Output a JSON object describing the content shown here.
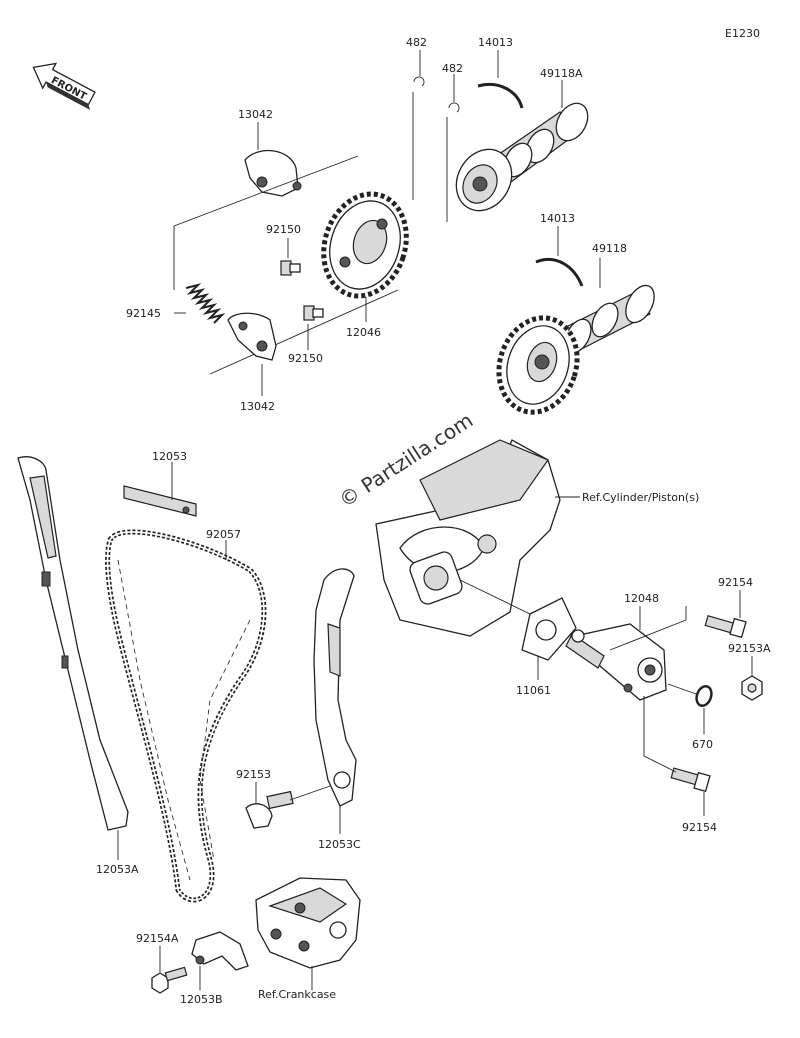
{
  "diagram": {
    "code": "E1230",
    "front_label": "FRONT",
    "watermark": "© Partzilla.com",
    "labels": {
      "p482a": "482",
      "p482b": "482",
      "p14013a": "14013",
      "p49118a": "49118A",
      "p13042a": "13042",
      "p92150a": "92150",
      "p92145": "92145",
      "p92150b": "92150",
      "p12046": "12046",
      "p13042b": "13042",
      "p14013b": "14013",
      "p49118": "49118",
      "p12053": "12053",
      "p92057": "92057",
      "ref_cylinder": "Ref.Cylinder/Piston(s)",
      "p92154a": "92154",
      "p12048": "12048",
      "p92153a": "92153A",
      "p11061": "11061",
      "p670": "670",
      "p92153": "92153",
      "p12053c": "12053C",
      "p92154b": "92154",
      "p12053a": "12053A",
      "p92154a_bolt": "92154A",
      "p12053b": "12053B",
      "ref_crankcase": "Ref.Crankcase"
    }
  }
}
